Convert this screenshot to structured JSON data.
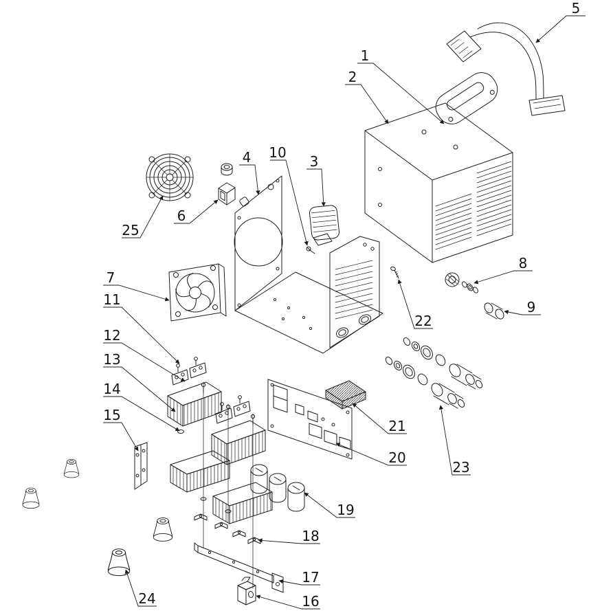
{
  "diagram": {
    "kind": "exploded-parts-diagram",
    "background_color": "#ffffff",
    "line_color": "#1c1c1c",
    "parts": [
      {
        "label": "1"
      },
      {
        "label": "2"
      },
      {
        "label": "3"
      },
      {
        "label": "4"
      },
      {
        "label": "5"
      },
      {
        "label": "6"
      },
      {
        "label": "7"
      },
      {
        "label": "8"
      },
      {
        "label": "9"
      },
      {
        "label": "10"
      },
      {
        "label": "11"
      },
      {
        "label": "12"
      },
      {
        "label": "13"
      },
      {
        "label": "14"
      },
      {
        "label": "15"
      },
      {
        "label": "16"
      },
      {
        "label": "17"
      },
      {
        "label": "18"
      },
      {
        "label": "19"
      },
      {
        "label": "20"
      },
      {
        "label": "21"
      },
      {
        "label": "22"
      },
      {
        "label": "23"
      },
      {
        "label": "24"
      },
      {
        "label": "25"
      }
    ]
  }
}
